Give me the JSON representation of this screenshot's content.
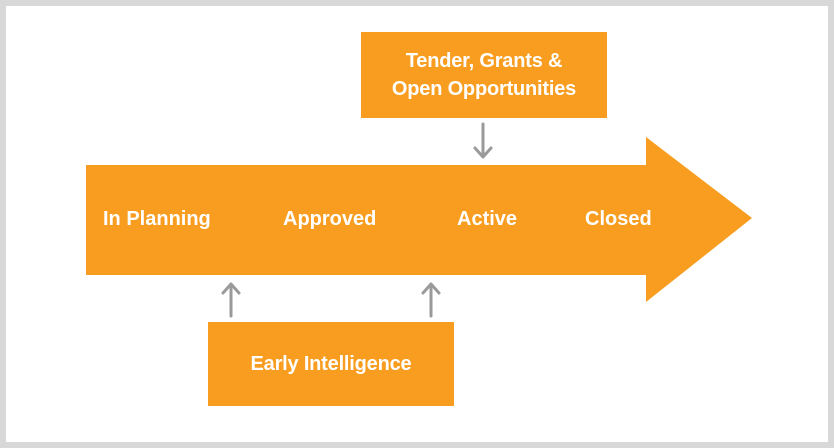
{
  "colors": {
    "accent": "#f89d20",
    "connector": "#9a9a9a",
    "frame": "#d8d8d8"
  },
  "stages": [
    {
      "label": "In Planning"
    },
    {
      "label": "Approved"
    },
    {
      "label": "Active"
    },
    {
      "label": "Closed"
    }
  ],
  "top_box": {
    "line1": "Tender, Grants &",
    "line2": "Open Opportunities"
  },
  "bottom_box": {
    "label": "Early Intelligence"
  }
}
